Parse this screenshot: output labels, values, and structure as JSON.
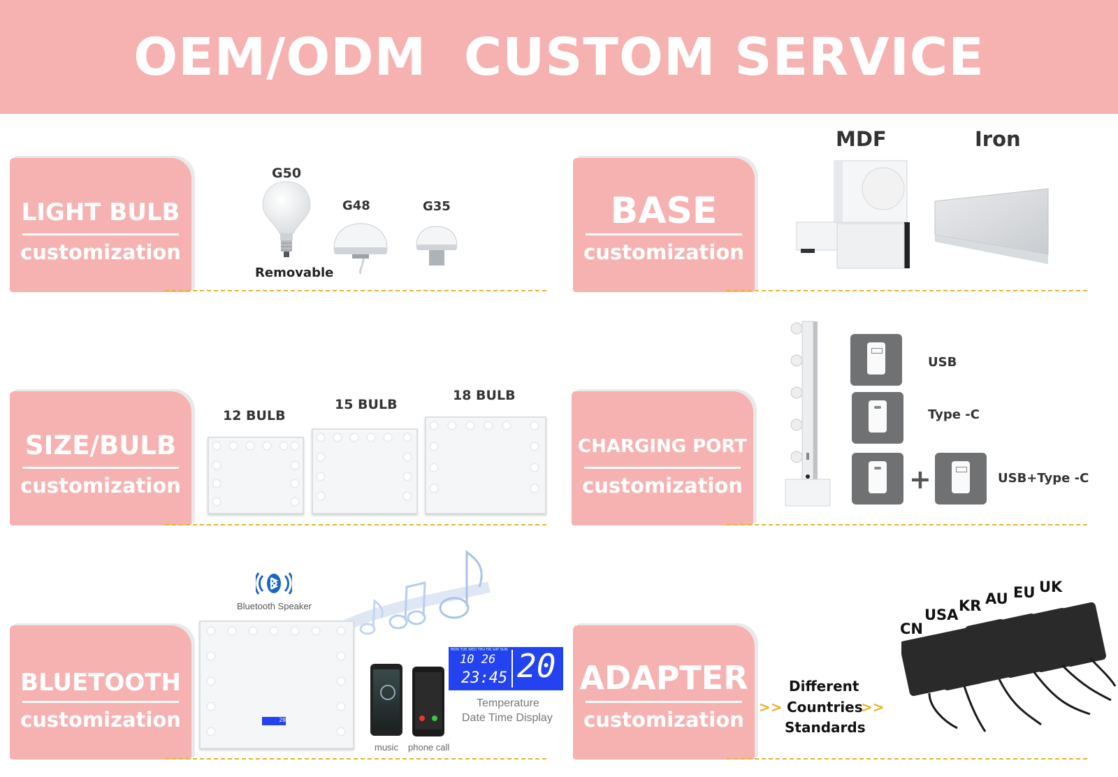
{
  "banner": {
    "title": "OEM/ODM  CUSTOM SERVICE"
  },
  "cards": {
    "light_bulb": {
      "title": "LIGHT BULB",
      "sub": "customization"
    },
    "base": {
      "title": "BASE",
      "sub": "customization"
    },
    "size_bulb": {
      "title": "SIZE/BULB",
      "sub": "customization"
    },
    "charging_port": {
      "title": "CHARGING PORT",
      "sub": "customization"
    },
    "bluetooth": {
      "title": "BLUETOOTH",
      "sub": "customization"
    },
    "adapter": {
      "title": "ADAPTER",
      "sub": "customization"
    }
  },
  "bulbs": {
    "g50": "G50",
    "g48": "G48",
    "g35": "G35",
    "removable": "Removable"
  },
  "base": {
    "mdf": "MDF",
    "iron": "Iron"
  },
  "sizes": {
    "s12": "12 BULB",
    "s15": "15 BULB",
    "s18": "18 BULB"
  },
  "ports": {
    "usb": "USB",
    "typec": "Type -C",
    "plus": "+",
    "both": "USB+Type -C"
  },
  "bluetooth": {
    "speaker": "Bluetooth Speaker",
    "music": "music",
    "phone_call": "phone call",
    "display_line1": "Temperature",
    "display_line2": "Date Time Display",
    "lcd_days": "MON TUE WED THU FRI SAT SUN",
    "lcd_date": "10 26",
    "lcd_time": "23:45",
    "lcd_temp": "20",
    "mini_lcd": "20"
  },
  "adapter": {
    "arrows_left": ">>",
    "arrows_right": ">>",
    "line1": "Different",
    "line2": "Countries",
    "line3": "Standards",
    "countries": [
      "CN",
      "USA",
      "KR",
      "AU",
      "EU",
      "UK"
    ]
  },
  "colors": {
    "pink": "#f6b2b1",
    "dash": "#e8b32e",
    "lcd_blue": "#2342f0",
    "usb_grey": "#6f7172"
  }
}
